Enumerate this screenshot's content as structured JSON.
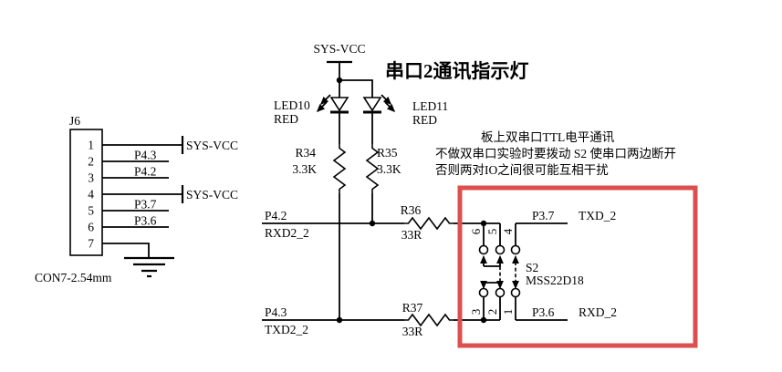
{
  "title": "串口2通讯指示灯",
  "notes": {
    "line1": "板上双串口TTL电平通讯",
    "line2": "不做双串口实验时要拨动 S2 使串口两边断开",
    "line3": "否则两对IO之间很可能互相干扰"
  },
  "power": {
    "net": "SYS-VCC"
  },
  "connector": {
    "ref": "J6",
    "footprint": "CON7-2.54mm",
    "pins": [
      {
        "num": "1",
        "label": "SYS-VCC"
      },
      {
        "num": "2",
        "label": "P4.3"
      },
      {
        "num": "3",
        "label": "P4.2"
      },
      {
        "num": "4",
        "label": "SYS-VCC"
      },
      {
        "num": "5",
        "label": "P3.7"
      },
      {
        "num": "6",
        "label": "P3.6"
      },
      {
        "num": "7"
      }
    ]
  },
  "leds": [
    {
      "ref": "LED10",
      "color_label": "RED"
    },
    {
      "ref": "LED11",
      "color_label": "RED"
    }
  ],
  "resistors": [
    {
      "ref": "R34",
      "value": "3.3K"
    },
    {
      "ref": "R35",
      "value": "3.3K"
    },
    {
      "ref": "R36",
      "value": "33R"
    },
    {
      "ref": "R37",
      "value": "33R"
    }
  ],
  "switch": {
    "ref": "S2",
    "part": "MSS22D18",
    "pins_top": [
      "6",
      "5",
      "4"
    ],
    "pins_bottom": [
      "3",
      "2",
      "1"
    ]
  },
  "nets": {
    "rx2": {
      "pin": "P4.2",
      "name": "RXD2_2"
    },
    "tx2": {
      "pin": "P4.3",
      "name": "TXD2_2"
    },
    "tx": {
      "pin": "P3.7",
      "name": "TXD_2"
    },
    "rx": {
      "pin": "P3.6",
      "name": "RXD_2"
    }
  },
  "colors": {
    "annotation_box": "#dd4f4f",
    "wire": "#000000",
    "background": "#ffffff"
  }
}
